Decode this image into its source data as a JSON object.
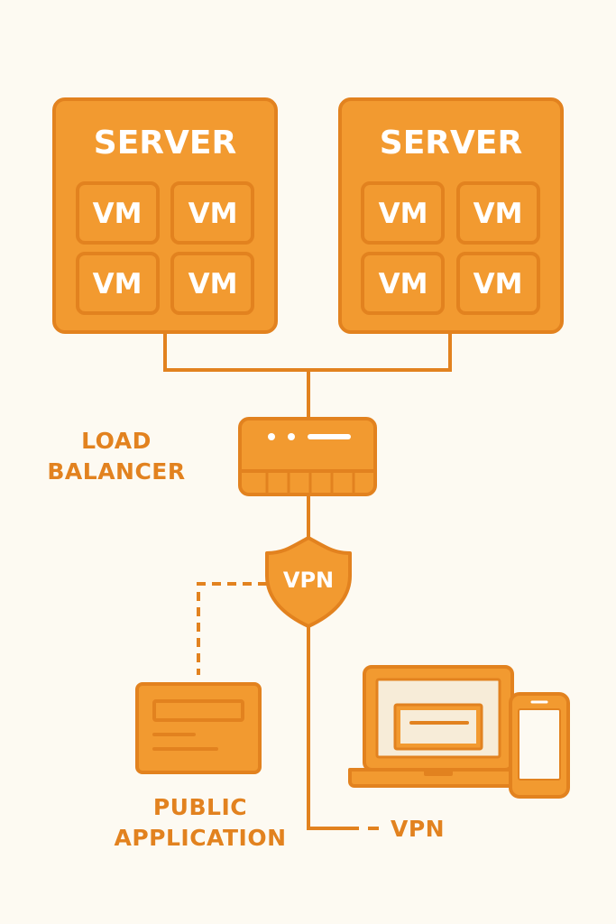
{
  "servers": [
    {
      "title": "SERVER",
      "vms": [
        "VM",
        "VM",
        "VM",
        "VM"
      ]
    },
    {
      "title": "SERVER",
      "vms": [
        "VM",
        "VM",
        "VM",
        "VM"
      ]
    }
  ],
  "load_balancer": {
    "label_line1": "LOAD",
    "label_line2": "BALANCER"
  },
  "vpn_gateway": {
    "label": "VPN"
  },
  "public_application": {
    "label_line1": "PUBLIC",
    "label_line2": "APPLICATION"
  },
  "client_connection": {
    "label": "VPN"
  },
  "colors": {
    "accent": "#f29a30",
    "stroke": "#e2821f",
    "background": "#fdfaf2",
    "screen": "#f7ecd8"
  },
  "icons": [
    "server-icon",
    "vm-icon",
    "load-balancer-icon",
    "vpn-shield-icon",
    "public-app-window-icon",
    "laptop-icon",
    "phone-icon"
  ]
}
